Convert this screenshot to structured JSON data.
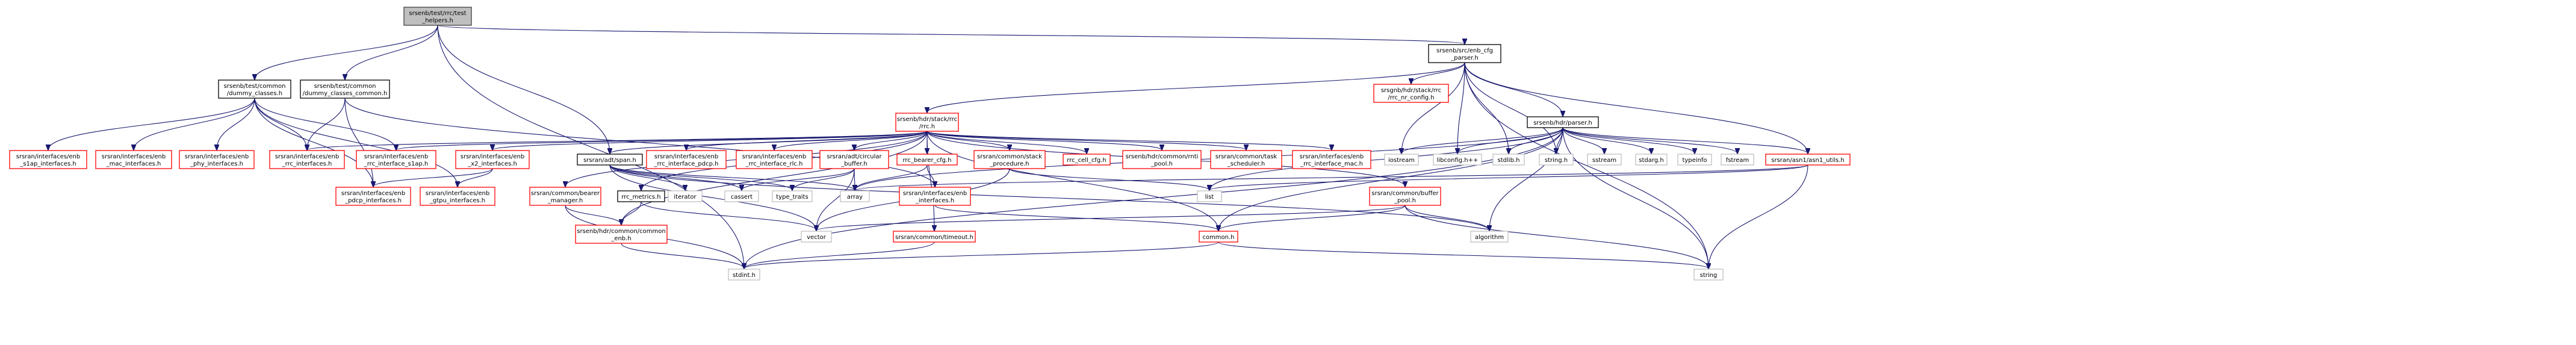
{
  "colors": {
    "edge": "#191970",
    "root_fill": "#bfbfbf",
    "root_border": "#404040",
    "black_border": "#000000",
    "red_border": "#ff0000",
    "gray_border": "#bfbfbf"
  },
  "nodes": [
    {
      "id": "root",
      "lines": [
        "srsenb/test/rrc/test",
        "_helpers.h"
      ],
      "style": "root"
    },
    {
      "id": "enb_cfg_parser",
      "lines": [
        "srsenb/src/enb_cfg",
        "_parser.h"
      ],
      "style": "black"
    },
    {
      "id": "dummy_classes",
      "lines": [
        "srsenb/test/common",
        "/dummy_classes.h"
      ],
      "style": "black"
    },
    {
      "id": "dummy_classes_common",
      "lines": [
        "srsenb/test/common",
        "/dummy_classes_common.h"
      ],
      "style": "black"
    },
    {
      "id": "rrc_h",
      "lines": [
        "srsenb/hdr/stack/rrc",
        "/rrc.h"
      ],
      "style": "red"
    },
    {
      "id": "rrc_nr_config",
      "lines": [
        "srsgnb/hdr/stack/rrc",
        "/rrc_nr_config.h"
      ],
      "style": "red"
    },
    {
      "id": "parser_h",
      "lines": [
        "srsenb/hdr/parser.h"
      ],
      "style": "black"
    },
    {
      "id": "s1ap_interfaces",
      "lines": [
        "srsran/interfaces/enb",
        "_s1ap_interfaces.h"
      ],
      "style": "red"
    },
    {
      "id": "mac_interfaces",
      "lines": [
        "srsran/interfaces/enb",
        "_mac_interfaces.h"
      ],
      "style": "red"
    },
    {
      "id": "phy_interfaces",
      "lines": [
        "srsran/interfaces/enb",
        "_phy_interfaces.h"
      ],
      "style": "red"
    },
    {
      "id": "rrc_interfaces",
      "lines": [
        "srsran/interfaces/enb",
        "_rrc_interfaces.h"
      ],
      "style": "red"
    },
    {
      "id": "rrc_interface_s1ap",
      "lines": [
        "srsran/interfaces/enb",
        "_rrc_interface_s1ap.h"
      ],
      "style": "red"
    },
    {
      "id": "x2_interfaces",
      "lines": [
        "srsran/interfaces/enb",
        "_x2_interfaces.h"
      ],
      "style": "red"
    },
    {
      "id": "span_h",
      "lines": [
        "srsran/adt/span.h"
      ],
      "style": "black"
    },
    {
      "id": "rrc_interface_pdcp",
      "lines": [
        "srsran/interfaces/enb",
        "_rrc_interface_pdcp.h"
      ],
      "style": "red"
    },
    {
      "id": "rrc_interface_rlc",
      "lines": [
        "srsran/interfaces/enb",
        "_rrc_interface_rlc.h"
      ],
      "style": "red"
    },
    {
      "id": "circular_buffer",
      "lines": [
        "srsran/adt/circular",
        "_buffer.h"
      ],
      "style": "red"
    },
    {
      "id": "rrc_bearer_cfg",
      "lines": [
        "rrc_bearer_cfg.h"
      ],
      "style": "red"
    },
    {
      "id": "stack_procedure",
      "lines": [
        "srsran/common/stack",
        "_procedure.h"
      ],
      "style": "red"
    },
    {
      "id": "rrc_cell_cfg",
      "lines": [
        "rrc_cell_cfg.h"
      ],
      "style": "red"
    },
    {
      "id": "rrc_pool",
      "lines": [
        "srsenb/hdr/common/rnti",
        "_pool.h"
      ],
      "style": "red"
    },
    {
      "id": "task_scheduler",
      "lines": [
        "srsran/common/task",
        "_scheduler.h"
      ],
      "style": "red"
    },
    {
      "id": "rrc_interface_mac",
      "lines": [
        "srsran/interfaces/enb",
        "_rrc_interface_mac.h"
      ],
      "style": "red"
    },
    {
      "id": "iostream",
      "lines": [
        "iostream"
      ],
      "style": "gray"
    },
    {
      "id": "libconfig",
      "lines": [
        "libconfig.h++"
      ],
      "style": "gray"
    },
    {
      "id": "stdlib",
      "lines": [
        "stdlib.h"
      ],
      "style": "gray"
    },
    {
      "id": "string_h",
      "lines": [
        "string.h"
      ],
      "style": "gray"
    },
    {
      "id": "sstream",
      "lines": [
        "sstream"
      ],
      "style": "gray"
    },
    {
      "id": "stdarg",
      "lines": [
        "stdarg.h"
      ],
      "style": "gray"
    },
    {
      "id": "typeinfo",
      "lines": [
        "typeinfo"
      ],
      "style": "gray"
    },
    {
      "id": "fstream",
      "lines": [
        "fstream"
      ],
      "style": "gray"
    },
    {
      "id": "asn1_utils",
      "lines": [
        "srsran/asn1/asn1_utils.h"
      ],
      "style": "red"
    },
    {
      "id": "pdcp_interfaces",
      "lines": [
        "srsran/interfaces/enb",
        "_pdcp_interfaces.h"
      ],
      "style": "red"
    },
    {
      "id": "gtpu_interfaces",
      "lines": [
        "srsran/interfaces/enb",
        "_gtpu_interfaces.h"
      ],
      "style": "red"
    },
    {
      "id": "bearer_manager",
      "lines": [
        "srsran/common/bearer",
        "_manager.h"
      ],
      "style": "red"
    },
    {
      "id": "rrc_metrics",
      "lines": [
        "rrc_metrics.h"
      ],
      "style": "black"
    },
    {
      "id": "iterator",
      "lines": [
        "iterator"
      ],
      "style": "gray"
    },
    {
      "id": "cassert",
      "lines": [
        "cassert"
      ],
      "style": "gray"
    },
    {
      "id": "type_traits",
      "lines": [
        "type_traits"
      ],
      "style": "gray"
    },
    {
      "id": "array",
      "lines": [
        "array"
      ],
      "style": "gray"
    },
    {
      "id": "enb_interfaces",
      "lines": [
        "srsran/interfaces/enb",
        "_interfaces.h"
      ],
      "style": "red"
    },
    {
      "id": "list",
      "lines": [
        "list"
      ],
      "style": "gray"
    },
    {
      "id": "buffer_pool",
      "lines": [
        "srsran/common/buffer",
        "_pool.h"
      ],
      "style": "red"
    },
    {
      "id": "common_enb",
      "lines": [
        "srsenb/hdr/common/common",
        "_enb.h"
      ],
      "style": "red"
    },
    {
      "id": "timeout",
      "lines": [
        "srsran/common/timeout.h"
      ],
      "style": "red"
    },
    {
      "id": "vector",
      "lines": [
        "vector"
      ],
      "style": "gray"
    },
    {
      "id": "common_h",
      "lines": [
        "common.h"
      ],
      "style": "red"
    },
    {
      "id": "algorithm",
      "lines": [
        "algorithm"
      ],
      "style": "gray"
    },
    {
      "id": "stdint",
      "lines": [
        "stdint.h"
      ],
      "style": "gray"
    },
    {
      "id": "string",
      "lines": [
        "string"
      ],
      "style": "gray"
    }
  ],
  "edges": [
    [
      "root",
      "enb_cfg_parser"
    ],
    [
      "root",
      "dummy_classes"
    ],
    [
      "root",
      "dummy_classes_common"
    ],
    [
      "root",
      "span_h"
    ],
    [
      "root",
      "stdint"
    ],
    [
      "enb_cfg_parser",
      "rrc_h"
    ],
    [
      "enb_cfg_parser",
      "rrc_nr_config"
    ],
    [
      "enb_cfg_parser",
      "parser_h"
    ],
    [
      "enb_cfg_parser",
      "iostream"
    ],
    [
      "enb_cfg_parser",
      "libconfig"
    ],
    [
      "enb_cfg_parser",
      "stdlib"
    ],
    [
      "enb_cfg_parser",
      "string_h"
    ],
    [
      "enb_cfg_parser",
      "asn1_utils"
    ],
    [
      "enb_cfg_parser",
      "string"
    ],
    [
      "dummy_classes",
      "s1ap_interfaces"
    ],
    [
      "dummy_classes",
      "mac_interfaces"
    ],
    [
      "dummy_classes",
      "phy_interfaces"
    ],
    [
      "dummy_classes",
      "rrc_interfaces"
    ],
    [
      "dummy_classes",
      "rrc_interface_s1ap"
    ],
    [
      "dummy_classes",
      "pdcp_interfaces"
    ],
    [
      "dummy_classes",
      "gtpu_interfaces"
    ],
    [
      "dummy_classes_common",
      "rrc_interfaces"
    ],
    [
      "dummy_classes_common",
      "pdcp_interfaces"
    ],
    [
      "dummy_classes_common",
      "enb_interfaces"
    ],
    [
      "rrc_h",
      "rrc_interface_s1ap"
    ],
    [
      "rrc_h",
      "x2_interfaces"
    ],
    [
      "rrc_h",
      "span_h"
    ],
    [
      "rrc_h",
      "rrc_interface_pdcp"
    ],
    [
      "rrc_h",
      "rrc_interface_rlc"
    ],
    [
      "rrc_h",
      "circular_buffer"
    ],
    [
      "rrc_h",
      "rrc_bearer_cfg"
    ],
    [
      "rrc_h",
      "stack_procedure"
    ],
    [
      "rrc_h",
      "rrc_cell_cfg"
    ],
    [
      "rrc_h",
      "rrc_pool"
    ],
    [
      "rrc_h",
      "task_scheduler"
    ],
    [
      "rrc_h",
      "rrc_interface_mac"
    ],
    [
      "rrc_h",
      "bearer_manager"
    ],
    [
      "rrc_h",
      "rrc_metrics"
    ],
    [
      "rrc_h",
      "common_enb"
    ],
    [
      "rrc_h",
      "timeout"
    ],
    [
      "rrc_h",
      "buffer_pool"
    ],
    [
      "rrc_h",
      "common_h"
    ],
    [
      "rrc_h",
      "rrc_interfaces"
    ],
    [
      "parser_h",
      "iostream"
    ],
    [
      "parser_h",
      "libconfig"
    ],
    [
      "parser_h",
      "stdlib"
    ],
    [
      "parser_h",
      "string_h"
    ],
    [
      "parser_h",
      "sstream"
    ],
    [
      "parser_h",
      "stdarg"
    ],
    [
      "parser_h",
      "typeinfo"
    ],
    [
      "parser_h",
      "fstream"
    ],
    [
      "parser_h",
      "asn1_utils"
    ],
    [
      "parser_h",
      "list"
    ],
    [
      "parser_h",
      "array"
    ],
    [
      "parser_h",
      "string"
    ],
    [
      "parser_h",
      "algorithm"
    ],
    [
      "parser_h",
      "stdint"
    ],
    [
      "parser_h",
      "common_h"
    ],
    [
      "x2_interfaces",
      "pdcp_interfaces"
    ],
    [
      "x2_interfaces",
      "gtpu_interfaces"
    ],
    [
      "span_h",
      "iterator"
    ],
    [
      "span_h",
      "cassert"
    ],
    [
      "span_h",
      "type_traits"
    ],
    [
      "span_h",
      "array"
    ],
    [
      "span_h",
      "vector"
    ],
    [
      "span_h",
      "algorithm"
    ],
    [
      "circular_buffer",
      "cassert"
    ],
    [
      "circular_buffer",
      "type_traits"
    ],
    [
      "circular_buffer",
      "array"
    ],
    [
      "circular_buffer",
      "vector"
    ],
    [
      "rrc_bearer_cfg",
      "array"
    ],
    [
      "rrc_bearer_cfg",
      "enb_interfaces"
    ],
    [
      "stack_procedure",
      "list"
    ],
    [
      "stack_procedure",
      "vector"
    ],
    [
      "bearer_manager",
      "common_enb"
    ],
    [
      "bearer_manager",
      "stdint"
    ],
    [
      "rrc_metrics",
      "common_enb"
    ],
    [
      "rrc_metrics",
      "vector"
    ],
    [
      "enb_interfaces",
      "common_h"
    ],
    [
      "asn1_utils",
      "array"
    ],
    [
      "asn1_utils",
      "list"
    ],
    [
      "asn1_utils",
      "string"
    ],
    [
      "buffer_pool",
      "vector"
    ],
    [
      "buffer_pool",
      "algorithm"
    ],
    [
      "buffer_pool",
      "string"
    ],
    [
      "buffer_pool",
      "common_h"
    ],
    [
      "common_enb",
      "stdint"
    ],
    [
      "timeout",
      "stdint"
    ],
    [
      "common_h",
      "stdint"
    ],
    [
      "common_h",
      "string"
    ]
  ]
}
